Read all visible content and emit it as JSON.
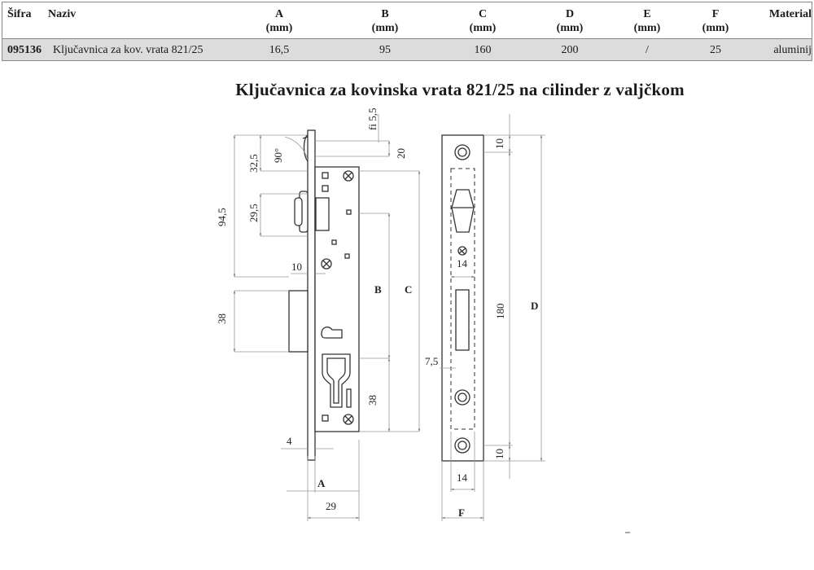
{
  "table": {
    "headers": {
      "sifra": "Šifra",
      "naziv": "Naziv",
      "a": "A",
      "b": "B",
      "c": "C",
      "d": "D",
      "e": "E",
      "f": "F",
      "unit": "(mm)",
      "material": "Material"
    },
    "row": {
      "sifra": "095136",
      "naziv": "Ključavnica za kov. vrata 821/25",
      "a": "16,5",
      "b": "95",
      "c": "160",
      "d": "200",
      "e": "/",
      "f": "25",
      "material": "aluminij"
    }
  },
  "drawing": {
    "title": "Ključavnica za kovinska vrata 821/25 na cilinder z valjčkom",
    "side_dims": {
      "fi": "fi 5,5",
      "angle": "90°",
      "d32_5": "32,5",
      "d20": "20",
      "d94_5": "94,5",
      "d29_5": "29,5",
      "d10": "10",
      "d38_top": "38",
      "d38_bottom": "38",
      "d4": "4",
      "d29": "29",
      "label_a": "A",
      "label_b": "B",
      "label_c": "C"
    },
    "front_dims": {
      "d10_top": "10",
      "d14_mid": "14",
      "d180": "180",
      "d7_5": "7,5",
      "d10_bottom": "10",
      "d14_bottom": "14",
      "label_d": "D",
      "label_f": "F"
    }
  },
  "colors": {
    "row_bg": "#dcdcdc",
    "line": "#333333",
    "dim": "#9a9a9a"
  }
}
